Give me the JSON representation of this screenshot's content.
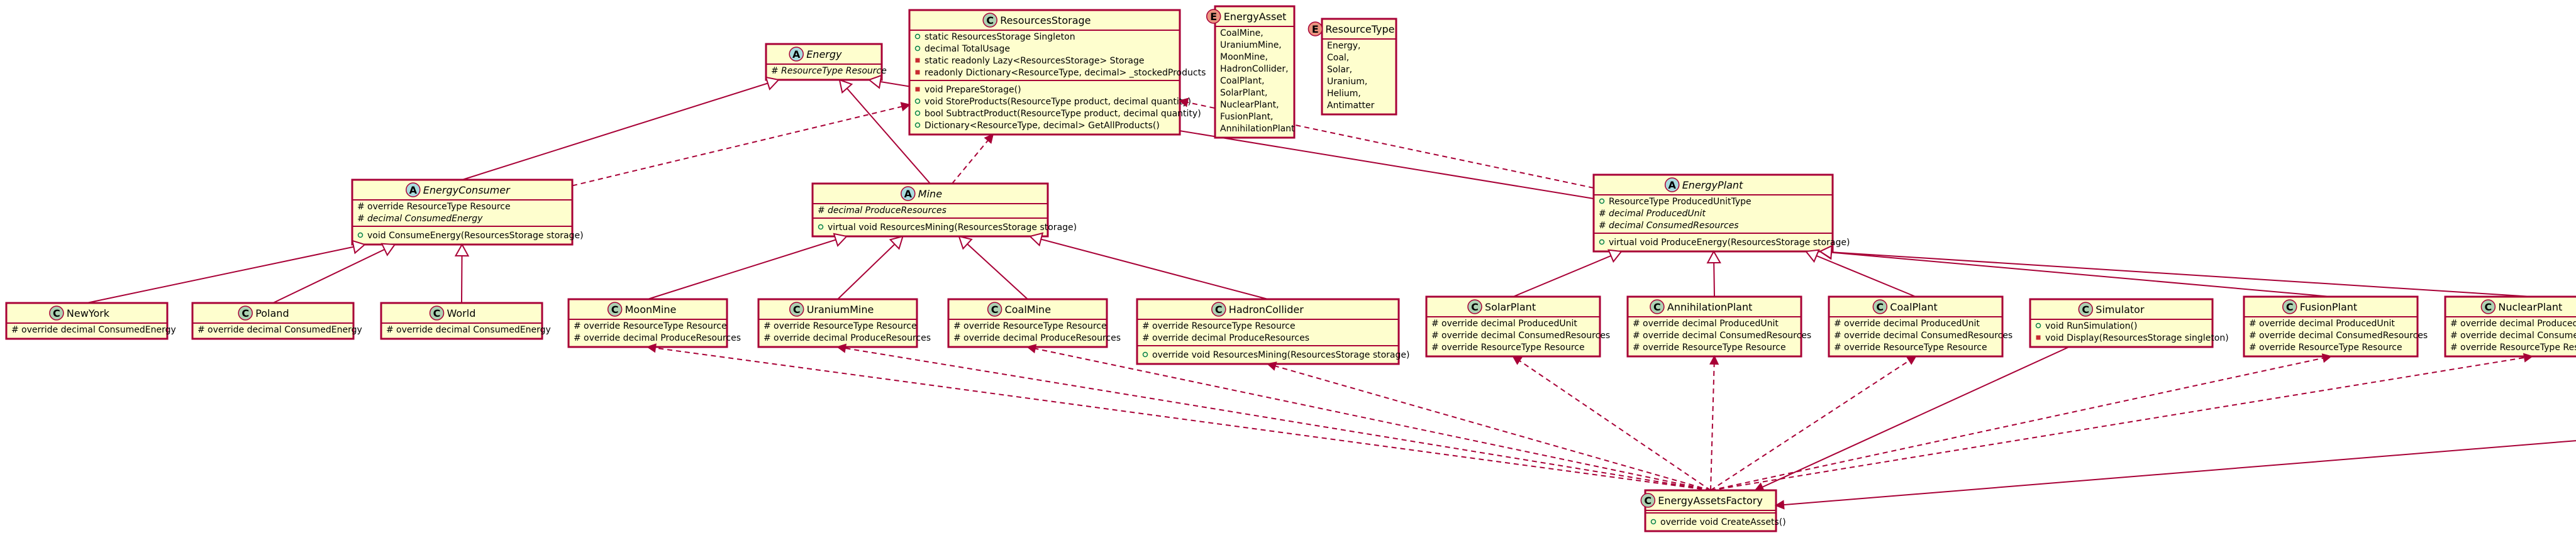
{
  "badges": {
    "C": {
      "letter": "C",
      "color": "#add1b2"
    },
    "A": {
      "letter": "A",
      "color": "#a9dcdf"
    },
    "E": {
      "letter": "E",
      "color": "#eb937f"
    }
  },
  "colors": {
    "border": "#a80036",
    "fill": "#fefece",
    "background": "#ffffff"
  },
  "classes": [
    {
      "id": "Energy",
      "name": "Energy",
      "kind": "A",
      "abstract": true,
      "members": [
        {
          "vis": "#",
          "text": "ResourceType Resource",
          "italic": true
        }
      ]
    },
    {
      "id": "ResourcesStorage",
      "name": "ResourcesStorage",
      "kind": "C",
      "abstract": false,
      "members": [
        {
          "vis": "o",
          "text": "static ResourcesStorage Singleton"
        },
        {
          "vis": "o",
          "text": "decimal TotalUsage"
        },
        {
          "vis": "-",
          "text": "static readonly Lazy<ResourcesStorage> Storage"
        },
        {
          "vis": "-",
          "text": "readonly Dictionary<ResourceType, decimal> _stockedProducts"
        },
        {
          "sep": true
        },
        {
          "vis": "-",
          "text": "void PrepareStorage()"
        },
        {
          "vis": "o",
          "text": "void StoreProducts(ResourceType product, decimal quantity)"
        },
        {
          "vis": "o",
          "text": "bool SubtractProduct(ResourceType product, decimal quantity)"
        },
        {
          "vis": "o",
          "text": "Dictionary<ResourceType, decimal> GetAllProducts()"
        }
      ]
    },
    {
      "id": "EnergyAsset",
      "name": "EnergyAsset",
      "kind": "E",
      "abstract": false,
      "members": [
        {
          "text": "CoalMine,"
        },
        {
          "text": "UraniumMine,"
        },
        {
          "text": "MoonMine,"
        },
        {
          "text": "HadronCollider,"
        },
        {
          "text": "CoalPlant,"
        },
        {
          "text": "SolarPlant,"
        },
        {
          "text": "NuclearPlant,"
        },
        {
          "text": "FusionPlant,"
        },
        {
          "text": "AnnihilationPlant"
        }
      ]
    },
    {
      "id": "ResourceType",
      "name": "ResourceType",
      "kind": "E",
      "abstract": false,
      "members": [
        {
          "text": "Energy,"
        },
        {
          "text": "Coal,"
        },
        {
          "text": "Solar,"
        },
        {
          "text": "Uranium,"
        },
        {
          "text": "Helium,"
        },
        {
          "text": "Antimatter"
        }
      ]
    },
    {
      "id": "EnergyConsumer",
      "name": "EnergyConsumer",
      "kind": "A",
      "abstract": true,
      "members": [
        {
          "vis": "#",
          "text": "override ResourceType Resource"
        },
        {
          "vis": "#",
          "text": "decimal ConsumedEnergy",
          "italic": true
        },
        {
          "sep": true
        },
        {
          "vis": "o",
          "text": "void ConsumeEnergy(ResourcesStorage storage)"
        }
      ]
    },
    {
      "id": "Mine",
      "name": "Mine",
      "kind": "A",
      "abstract": true,
      "members": [
        {
          "vis": "#",
          "text": "decimal ProduceResources",
          "italic": true
        },
        {
          "sep": true
        },
        {
          "vis": "o",
          "text": "virtual void ResourcesMining(ResourcesStorage storage)"
        }
      ]
    },
    {
      "id": "EnergyPlant",
      "name": "EnergyPlant",
      "kind": "A",
      "abstract": true,
      "members": [
        {
          "vis": "o",
          "text": "ResourceType ProducedUnitType"
        },
        {
          "vis": "#",
          "text": "decimal ProducedUnit",
          "italic": true
        },
        {
          "vis": "#",
          "text": "decimal ConsumedResources",
          "italic": true
        },
        {
          "sep": true
        },
        {
          "vis": "o",
          "text": "virtual void ProduceEnergy(ResourcesStorage storage)"
        }
      ]
    },
    {
      "id": "NewYork",
      "name": "NewYork",
      "kind": "C",
      "abstract": false,
      "members": [
        {
          "vis": "#",
          "text": "override decimal ConsumedEnergy"
        }
      ]
    },
    {
      "id": "Poland",
      "name": "Poland",
      "kind": "C",
      "abstract": false,
      "members": [
        {
          "vis": "#",
          "text": "override decimal ConsumedEnergy"
        }
      ]
    },
    {
      "id": "World",
      "name": "World",
      "kind": "C",
      "abstract": false,
      "members": [
        {
          "vis": "#",
          "text": "override decimal ConsumedEnergy"
        }
      ]
    },
    {
      "id": "MoonMine",
      "name": "MoonMine",
      "kind": "C",
      "abstract": false,
      "members": [
        {
          "vis": "#",
          "text": "override ResourceType Resource"
        },
        {
          "vis": "#",
          "text": "override decimal ProduceResources"
        }
      ]
    },
    {
      "id": "UraniumMine",
      "name": "UraniumMine",
      "kind": "C",
      "abstract": false,
      "members": [
        {
          "vis": "#",
          "text": "override ResourceType Resource"
        },
        {
          "vis": "#",
          "text": "override decimal ProduceResources"
        }
      ]
    },
    {
      "id": "CoalMine",
      "name": "CoalMine",
      "kind": "C",
      "abstract": false,
      "members": [
        {
          "vis": "#",
          "text": "override ResourceType Resource"
        },
        {
          "vis": "#",
          "text": "override decimal ProduceResources"
        }
      ]
    },
    {
      "id": "HadronCollider",
      "name": "HadronCollider",
      "kind": "C",
      "abstract": false,
      "members": [
        {
          "vis": "#",
          "text": "override ResourceType Resource"
        },
        {
          "vis": "#",
          "text": "override decimal ProduceResources"
        },
        {
          "sep": true
        },
        {
          "vis": "o",
          "text": "override void ResourcesMining(ResourcesStorage storage)"
        }
      ]
    },
    {
      "id": "SolarPlant",
      "name": "SolarPlant",
      "kind": "C",
      "abstract": false,
      "members": [
        {
          "vis": "#",
          "text": "override decimal ProducedUnit"
        },
        {
          "vis": "#",
          "text": "override decimal ConsumedResources"
        },
        {
          "vis": "#",
          "text": "override ResourceType Resource"
        }
      ]
    },
    {
      "id": "AnnihilationPlant",
      "name": "AnnihilationPlant",
      "kind": "C",
      "abstract": false,
      "members": [
        {
          "vis": "#",
          "text": "override decimal ProducedUnit"
        },
        {
          "vis": "#",
          "text": "override decimal ConsumedResources"
        },
        {
          "vis": "#",
          "text": "override ResourceType Resource"
        }
      ]
    },
    {
      "id": "CoalPlant",
      "name": "CoalPlant",
      "kind": "C",
      "abstract": false,
      "members": [
        {
          "vis": "#",
          "text": "override decimal ProducedUnit"
        },
        {
          "vis": "#",
          "text": "override decimal ConsumedResources"
        },
        {
          "vis": "#",
          "text": "override ResourceType Resource"
        }
      ]
    },
    {
      "id": "Simulator",
      "name": "Simulator",
      "kind": "C",
      "abstract": false,
      "members": [
        {
          "vis": "o",
          "text": "void RunSimulation()"
        },
        {
          "vis": "-",
          "text": "void Display(ResourcesStorage singleton)"
        }
      ]
    },
    {
      "id": "FusionPlant",
      "name": "FusionPlant",
      "kind": "C",
      "abstract": false,
      "members": [
        {
          "vis": "#",
          "text": "override decimal ProducedUnit"
        },
        {
          "vis": "#",
          "text": "override decimal ConsumedResources"
        },
        {
          "vis": "#",
          "text": "override ResourceType Resource"
        }
      ]
    },
    {
      "id": "NuclearPlant",
      "name": "NuclearPlant",
      "kind": "C",
      "abstract": false,
      "members": [
        {
          "vis": "#",
          "text": "override decimal ProducedUnit"
        },
        {
          "vis": "#",
          "text": "override decimal ConsumedResources"
        },
        {
          "vis": "#",
          "text": "override ResourceType Resource"
        }
      ]
    },
    {
      "id": "EnergyAssetsFactory",
      "name": "EnergyAssetsFactory",
      "kind": "C",
      "abstract": false,
      "members": [
        {
          "sep": true
        },
        {
          "vis": "o",
          "text": "override void CreateAssets()"
        }
      ]
    }
  ],
  "relations": [
    {
      "from": "EnergyConsumer",
      "to": "Energy",
      "type": "extends"
    },
    {
      "from": "Mine",
      "to": "Energy",
      "type": "extends"
    },
    {
      "from": "EnergyPlant",
      "to": "Energy",
      "type": "extends"
    },
    {
      "from": "NewYork",
      "to": "EnergyConsumer",
      "type": "extends"
    },
    {
      "from": "Poland",
      "to": "EnergyConsumer",
      "type": "extends"
    },
    {
      "from": "World",
      "to": "EnergyConsumer",
      "type": "extends"
    },
    {
      "from": "MoonMine",
      "to": "Mine",
      "type": "extends"
    },
    {
      "from": "UraniumMine",
      "to": "Mine",
      "type": "extends"
    },
    {
      "from": "CoalMine",
      "to": "Mine",
      "type": "extends"
    },
    {
      "from": "HadronCollider",
      "to": "Mine",
      "type": "extends"
    },
    {
      "from": "SolarPlant",
      "to": "EnergyPlant",
      "type": "extends"
    },
    {
      "from": "AnnihilationPlant",
      "to": "EnergyPlant",
      "type": "extends"
    },
    {
      "from": "CoalPlant",
      "to": "EnergyPlant",
      "type": "extends"
    },
    {
      "from": "FusionPlant",
      "to": "EnergyPlant",
      "type": "extends"
    },
    {
      "from": "NuclearPlant",
      "to": "EnergyPlant",
      "type": "extends"
    },
    {
      "from": "EnergyConsumer",
      "to": "ResourcesStorage",
      "type": "depends"
    },
    {
      "from": "Mine",
      "to": "ResourcesStorage",
      "type": "depends"
    },
    {
      "from": "EnergyPlant",
      "to": "ResourcesStorage",
      "type": "depends"
    },
    {
      "from": "EnergyAssetsFactory",
      "to": "MoonMine",
      "type": "depends"
    },
    {
      "from": "EnergyAssetsFactory",
      "to": "UraniumMine",
      "type": "depends"
    },
    {
      "from": "EnergyAssetsFactory",
      "to": "CoalMine",
      "type": "depends"
    },
    {
      "from": "EnergyAssetsFactory",
      "to": "HadronCollider",
      "type": "depends"
    },
    {
      "from": "EnergyAssetsFactory",
      "to": "SolarPlant",
      "type": "depends"
    },
    {
      "from": "EnergyAssetsFactory",
      "to": "AnnihilationPlant",
      "type": "depends"
    },
    {
      "from": "EnergyAssetsFactory",
      "to": "CoalPlant",
      "type": "depends"
    },
    {
      "from": "EnergyAssetsFactory",
      "to": "FusionPlant",
      "type": "depends"
    },
    {
      "from": "EnergyAssetsFactory",
      "to": "NuclearPlant",
      "type": "depends"
    },
    {
      "from": "Simulator",
      "to": "EnergyAssetsFactory",
      "type": "associates"
    },
    {
      "from": "Offscreen",
      "to": "EnergyAssetsFactory",
      "type": "associates"
    }
  ]
}
